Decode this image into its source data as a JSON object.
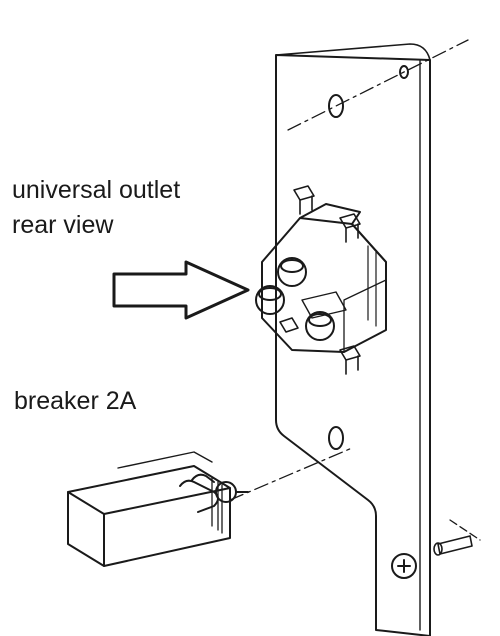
{
  "labels": {
    "outlet_line1": "universal outlet",
    "outlet_line2": "rear view",
    "breaker": "breaker 2A"
  },
  "colors": {
    "ink": "#1a1a1a",
    "background": "#ffffff"
  },
  "icons": [
    "arrow-right-icon",
    "mounting-plate",
    "universal-outlet",
    "breaker-switch",
    "screw-icon"
  ]
}
